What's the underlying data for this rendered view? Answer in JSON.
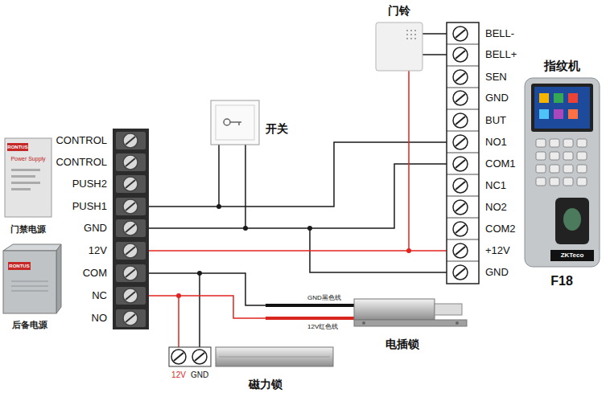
{
  "diagram": {
    "nodes": [
      {
        "text": [
          "RONTUS",
          "Power Supply",
          "门禁电源"
        ]
      },
      {
        "text": [
          "RONTUS",
          "后备电源"
        ]
      },
      {
        "text": [
          "开关"
        ]
      },
      {
        "text": [
          "门铃"
        ]
      },
      {
        "text": [
          "指纹机",
          "ZKTeco",
          "F18"
        ]
      },
      {
        "text": [
          "电插锁"
        ]
      },
      {
        "text": [
          "磁力锁"
        ]
      }
    ],
    "labels": [
      "CONTROL",
      "CONTROL",
      "PUSH2",
      "PUSH1",
      "GND",
      "12V",
      "COM",
      "NC",
      "NO",
      "BELL-",
      "BELL+",
      "SEN",
      "GND",
      "BUT",
      "NO1",
      "COM1",
      "NC1",
      "NO2",
      "COM2",
      "+12V",
      "GND",
      "GND黑色线",
      "12V红色线",
      "12V",
      "GND"
    ]
  }
}
